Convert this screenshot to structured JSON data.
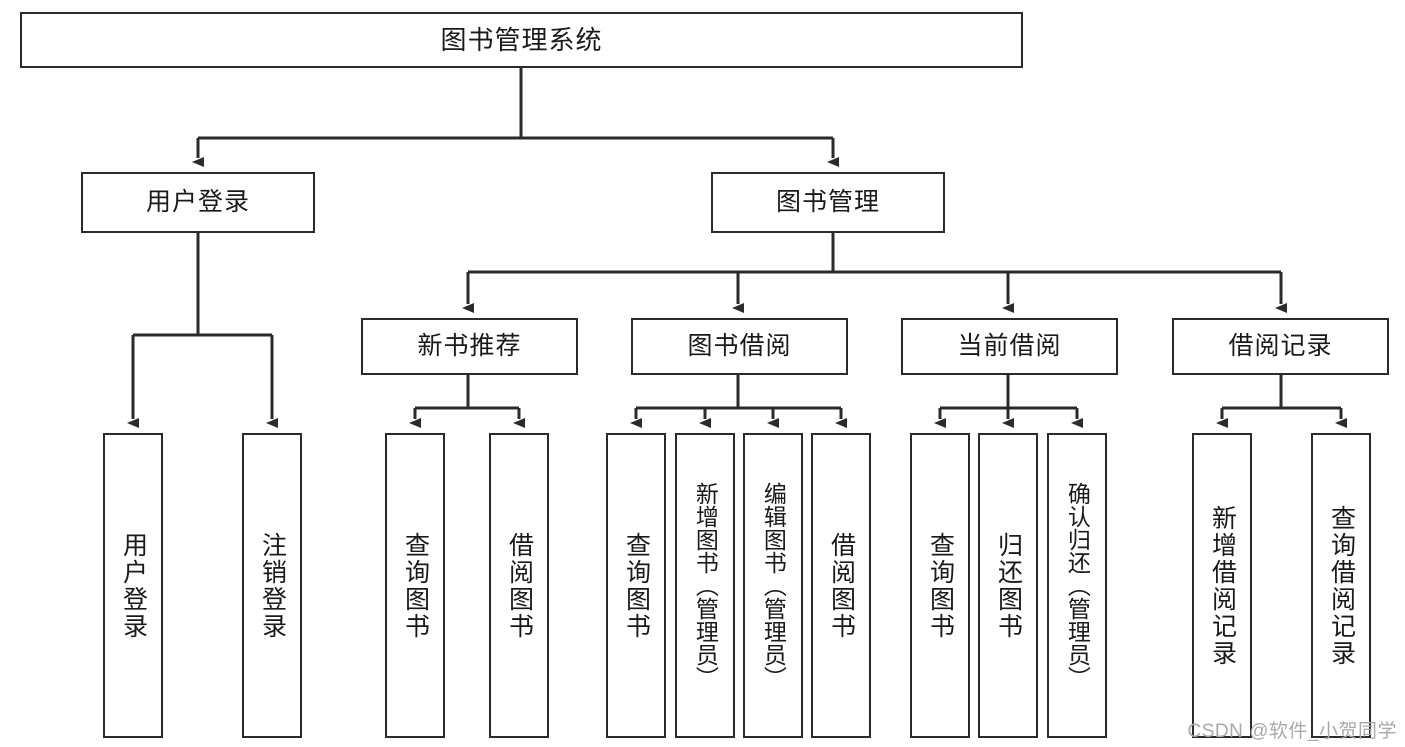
{
  "diagram": {
    "type": "tree-hierarchy",
    "title": "图书管理系统",
    "orientation": "top-down",
    "watermark": "CSDN @软件_小贺同学",
    "colors": {
      "stroke": "#2b2b2b",
      "fill": "#ffffff",
      "text": "#1a1a1a",
      "watermark": "#a9a9a9"
    },
    "nodes": {
      "root": {
        "label": "图书管理系统",
        "level": 0
      },
      "user_login": {
        "label": "用户登录",
        "level": 1
      },
      "book_manage": {
        "label": "图书管理",
        "level": 1
      },
      "new_book_rec": {
        "label": "新书推荐",
        "level": 2
      },
      "book_borrow": {
        "label": "图书借阅",
        "level": 2
      },
      "current_borrow": {
        "label": "当前借阅",
        "level": 2
      },
      "borrow_record": {
        "label": "借阅记录",
        "level": 2
      },
      "leaf_user_login": {
        "label": "用户登录",
        "level": 3
      },
      "leaf_logout": {
        "label": "注销登录",
        "level": 3
      },
      "leaf_query_book_1": {
        "label": "查询图书",
        "level": 3
      },
      "leaf_borrow_book_1": {
        "label": "借阅图书",
        "level": 3
      },
      "leaf_query_book_2": {
        "label": "查询图书",
        "level": 3
      },
      "leaf_add_book": {
        "label": "新增图书（管理员）",
        "level": 3
      },
      "leaf_edit_book": {
        "label": "编辑图书（管理员）",
        "level": 3
      },
      "leaf_borrow_book_2": {
        "label": "借阅图书",
        "level": 3
      },
      "leaf_query_book_3": {
        "label": "查询图书",
        "level": 3
      },
      "leaf_return_book": {
        "label": "归还图书",
        "level": 3
      },
      "leaf_confirm_return": {
        "label": "确认归还（管理员）",
        "level": 3
      },
      "leaf_add_record": {
        "label": "新增借阅记录",
        "level": 3
      },
      "leaf_query_record": {
        "label": "查询借阅记录",
        "level": 3
      }
    },
    "edges": [
      {
        "from": "root",
        "to": "user_login"
      },
      {
        "from": "root",
        "to": "book_manage"
      },
      {
        "from": "user_login",
        "to": "leaf_user_login"
      },
      {
        "from": "user_login",
        "to": "leaf_logout"
      },
      {
        "from": "book_manage",
        "to": "new_book_rec"
      },
      {
        "from": "book_manage",
        "to": "book_borrow"
      },
      {
        "from": "book_manage",
        "to": "current_borrow"
      },
      {
        "from": "book_manage",
        "to": "borrow_record"
      },
      {
        "from": "new_book_rec",
        "to": "leaf_query_book_1"
      },
      {
        "from": "new_book_rec",
        "to": "leaf_borrow_book_1"
      },
      {
        "from": "book_borrow",
        "to": "leaf_query_book_2"
      },
      {
        "from": "book_borrow",
        "to": "leaf_add_book"
      },
      {
        "from": "book_borrow",
        "to": "leaf_edit_book"
      },
      {
        "from": "book_borrow",
        "to": "leaf_borrow_book_2"
      },
      {
        "from": "current_borrow",
        "to": "leaf_query_book_3"
      },
      {
        "from": "current_borrow",
        "to": "leaf_return_book"
      },
      {
        "from": "current_borrow",
        "to": "leaf_confirm_return"
      },
      {
        "from": "borrow_record",
        "to": "leaf_add_record"
      },
      {
        "from": "borrow_record",
        "to": "leaf_query_record"
      }
    ]
  }
}
